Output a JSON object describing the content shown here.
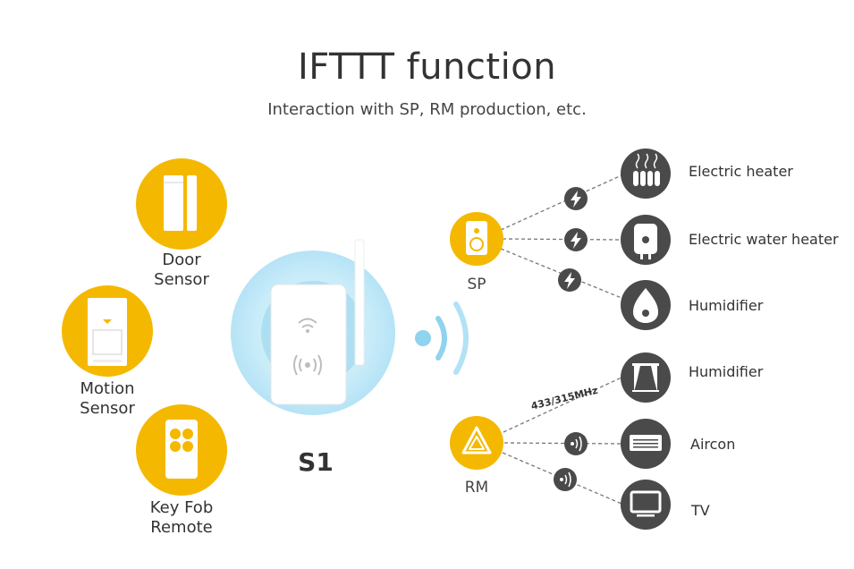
{
  "header": {
    "title": "IFTTT function",
    "subtitle": "Interaction with SP, RM production, etc."
  },
  "sensors": [
    {
      "label_line1": "Door",
      "label_line2": "Sensor",
      "icon": "door-sensor-icon"
    },
    {
      "label_line1": "Motion",
      "label_line2": "Sensor",
      "icon": "motion-sensor-icon"
    },
    {
      "label_line1": "Key Fob",
      "label_line2": "Remote",
      "icon": "key-fob-icon"
    }
  ],
  "center": {
    "label": "S1",
    "icon": "s1-hub-icon"
  },
  "hubs": {
    "sp": {
      "label": "SP",
      "icon": "smart-plug-icon"
    },
    "rm": {
      "label": "RM",
      "icon": "rm-remote-icon",
      "frequency": "433/315MHz"
    }
  },
  "sp_devices": [
    {
      "label": "Electric heater",
      "icon": "electric-heater-icon"
    },
    {
      "label": "Electric water heater",
      "icon": "water-heater-icon"
    },
    {
      "label": "Humidifier",
      "icon": "humidifier-icon"
    }
  ],
  "rm_devices": [
    {
      "label": "Humidifier",
      "icon": "curtain-icon"
    },
    {
      "label": "Aircon",
      "icon": "aircon-icon"
    },
    {
      "label": "TV",
      "icon": "tv-icon"
    }
  ],
  "colors": {
    "accent_yellow": "#F5B800",
    "dark_gray": "#4A4A4A",
    "halo_blue": "#BFE6F7",
    "wave_blue": "#8FD3EF"
  }
}
